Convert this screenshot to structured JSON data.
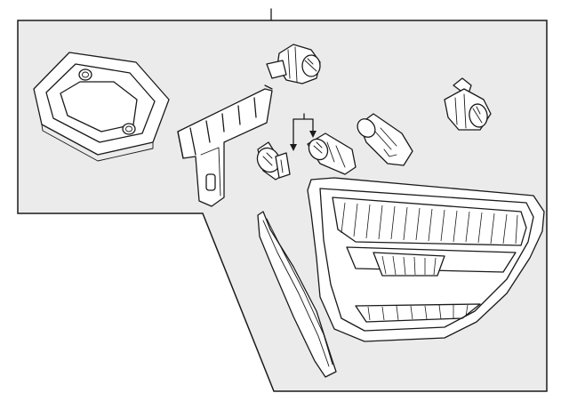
{
  "diagram": {
    "type": "exploded-parts-diagram",
    "background_color": "#ffffff",
    "panel_color": "#ebebeb",
    "line_color": "#1a1a1a",
    "parts": [
      {
        "name": "gasket-seal"
      },
      {
        "name": "bulb-socket-upper"
      },
      {
        "name": "bulb-socket-right"
      },
      {
        "name": "harness-bracket"
      },
      {
        "name": "wedge-bulb-left"
      },
      {
        "name": "wedge-bulb-right"
      },
      {
        "name": "bayonet-bulb"
      },
      {
        "name": "trim-strip"
      },
      {
        "name": "tail-lamp-assembly"
      }
    ]
  }
}
